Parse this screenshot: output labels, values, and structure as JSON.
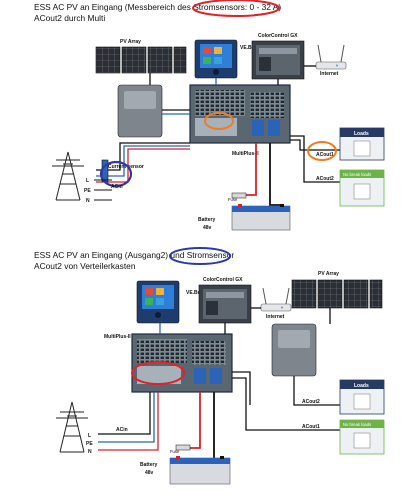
{
  "top": {
    "title": "ESS AC PV an Eingang (Messbereich des Stromsensors: 0 - 32 A)",
    "subtitle": "ACout2 durch Multi",
    "labels": {
      "pv_array": "PV Array",
      "colorcontrol": "ColorControl GX",
      "vebus": "VE.Bus",
      "internet": "Internet",
      "multiplus": "MultiPlus-II",
      "loads": "Loads",
      "acout1": "ACout1",
      "acout2": "ACout2",
      "no_break": "No break loads",
      "current_sensor": "Current sensor",
      "acin": "ACin",
      "l": "L",
      "pe": "PE",
      "n": "N",
      "fuse": "Fuse",
      "battery": "Battery",
      "battery_voltage": "48v"
    }
  },
  "bottom": {
    "title": "ESS AC PV an Eingang (Ausgang2) und Stromsensor",
    "subtitle": "ACout2 von Verteilerkasten",
    "labels": {
      "colorcontrol": "ColorControl GX",
      "pv_array": "PV Array",
      "vebus": "VE.Bus",
      "internet": "Internet",
      "multiplus": "MultiPlus-II",
      "loads": "Loads",
      "acout2": "ACout2",
      "acout1": "ACout1",
      "no_break": "No break loads",
      "acin": "ACin",
      "l": "L",
      "pe": "PE",
      "n": "N",
      "fuse": "Fuse",
      "battery": "Battery",
      "battery_voltage": "48v"
    }
  },
  "colors": {
    "red_marker": "#e0232b",
    "blue_marker": "#2d3aa5",
    "orange_marker": "#ee7d22",
    "loads_header": "#263a63",
    "no_break_header": "#6fb24a",
    "wire_red": "#d8202a",
    "wire_blue": "#2a63b8",
    "wire_black": "#111111"
  }
}
